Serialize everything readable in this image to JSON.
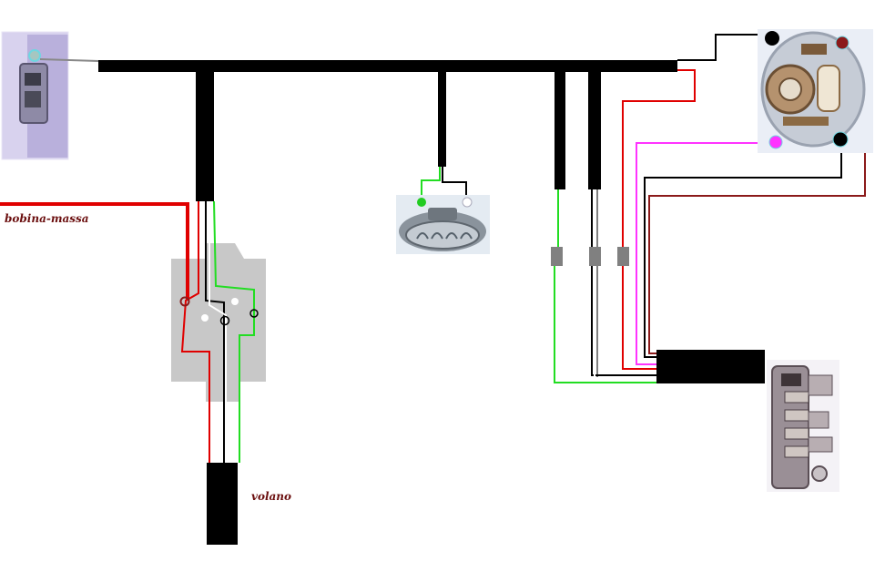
{
  "labels": {
    "coil_ground": "bobina-massa",
    "flywheel": "volano"
  },
  "components": {
    "left_switch_photo": "switch",
    "horn_photo": "horn",
    "headlight_photo": "headlight",
    "handlebar_switch_photo": "handlebar-switch",
    "regulator_box": "regulator",
    "flywheel_connector": "flywheel-connector"
  },
  "wire_colors": {
    "harness": "#000000",
    "red": "#e00000",
    "dark_red": "#8b1a1a",
    "green": "#22dd22",
    "white": "#ffffff",
    "black": "#000000",
    "magenta": "#ff33ff",
    "grey_link": "#888888",
    "label_text": "#6b0f0f",
    "regulator_fill": "#c8c8c8",
    "connector_grey": "#808080"
  }
}
